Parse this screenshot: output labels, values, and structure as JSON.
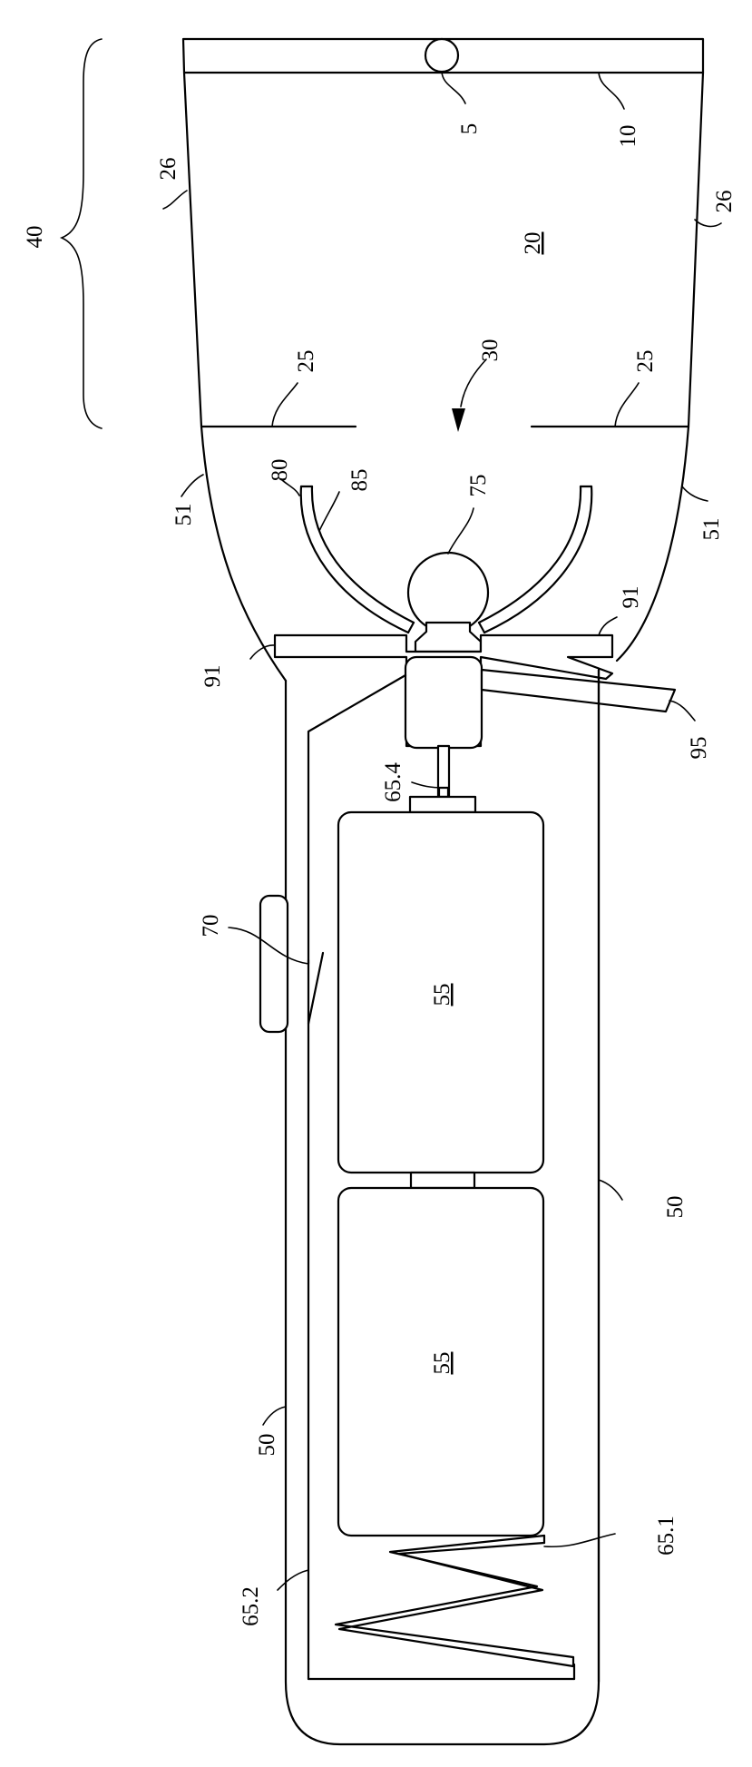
{
  "labels": {
    "l40": "40",
    "l5": "5",
    "l10": "10",
    "l26a": "26",
    "l26b": "26",
    "l20": "20",
    "l25a": "25",
    "l25b": "25",
    "l30": "30",
    "l51a": "51",
    "l51b": "51",
    "l80": "80",
    "l85": "85",
    "l75": "75",
    "l91a": "91",
    "l91b": "91",
    "l95": "95",
    "l654": "65.4",
    "l70": "70",
    "l55a": "55",
    "l55b": "55",
    "l50a": "50",
    "l50b": "50",
    "l652": "65.2",
    "l651": "65.1"
  }
}
